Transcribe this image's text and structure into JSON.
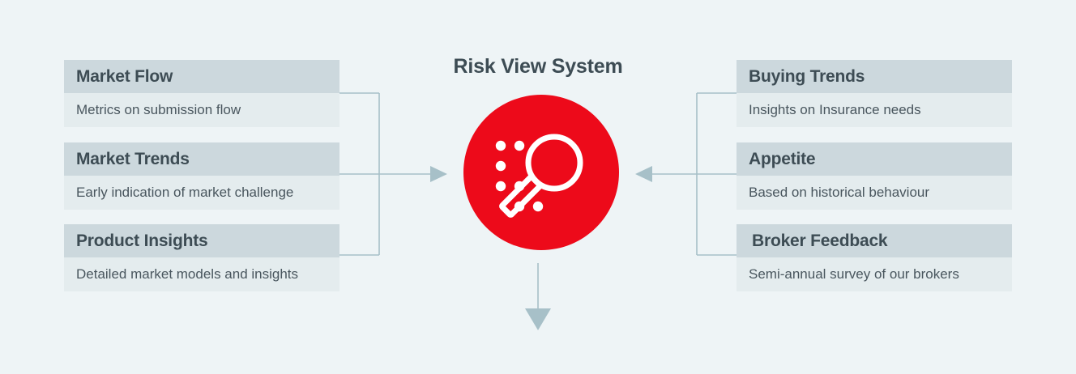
{
  "title": "Risk View System",
  "theme": {
    "background": "#eef4f6",
    "card_header_bg": "#ccd8dd",
    "card_body_bg": "#e4ecee",
    "text_dark": "#3d4c54",
    "text_body": "#49565e",
    "hub_red": "#ed0a1a",
    "connector": "#a7c0c8"
  },
  "hub": {
    "label": "Risk View System",
    "icon": "magnifier-with-dots-icon",
    "color": "#ed0a1a"
  },
  "left_inputs": [
    {
      "heading": "Market Flow",
      "description": "Metrics on submission flow"
    },
    {
      "heading": "Market Trends",
      "description": "Early indication of market challenge"
    },
    {
      "heading": "Product Insights",
      "description": "Detailed market models and insights"
    }
  ],
  "right_inputs": [
    {
      "heading": "Buying Trends",
      "description": "Insights on Insurance needs"
    },
    {
      "heading": "Appetite",
      "description": "Based on historical behaviour"
    },
    {
      "heading": "Broker Feedback",
      "description": "Semi-annual survey of our brokers"
    }
  ],
  "connectors": [
    {
      "name": "left-inputs-to-hub",
      "direction": "right"
    },
    {
      "name": "right-inputs-to-hub",
      "direction": "left"
    },
    {
      "name": "hub-output",
      "direction": "down"
    }
  ]
}
